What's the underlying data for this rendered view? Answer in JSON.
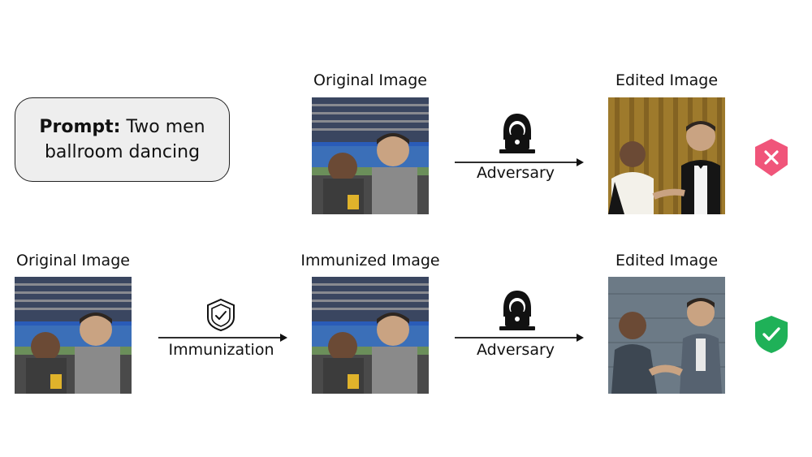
{
  "prompt": {
    "bold": "Prompt:",
    "text": " Two men ballroom dancing"
  },
  "row1": {
    "original_label": "Original Image",
    "adversary_label": "Adversary",
    "edited_label": "Edited Image",
    "result": "fail"
  },
  "row2": {
    "original_label": "Original Image",
    "immunization_label": "Immunization",
    "immunized_label": "Immunized Image",
    "adversary_label": "Adversary",
    "edited_label": "Edited Image",
    "result": "pass"
  },
  "colors": {
    "fail_shield": "#f0557a",
    "pass_shield": "#1fb158",
    "arrow": "#111111",
    "prompt_bg": "#eeeeee"
  },
  "icons": [
    "hacker-laptop-icon",
    "shield-check-outline-icon",
    "shield-x-icon",
    "shield-check-icon"
  ]
}
